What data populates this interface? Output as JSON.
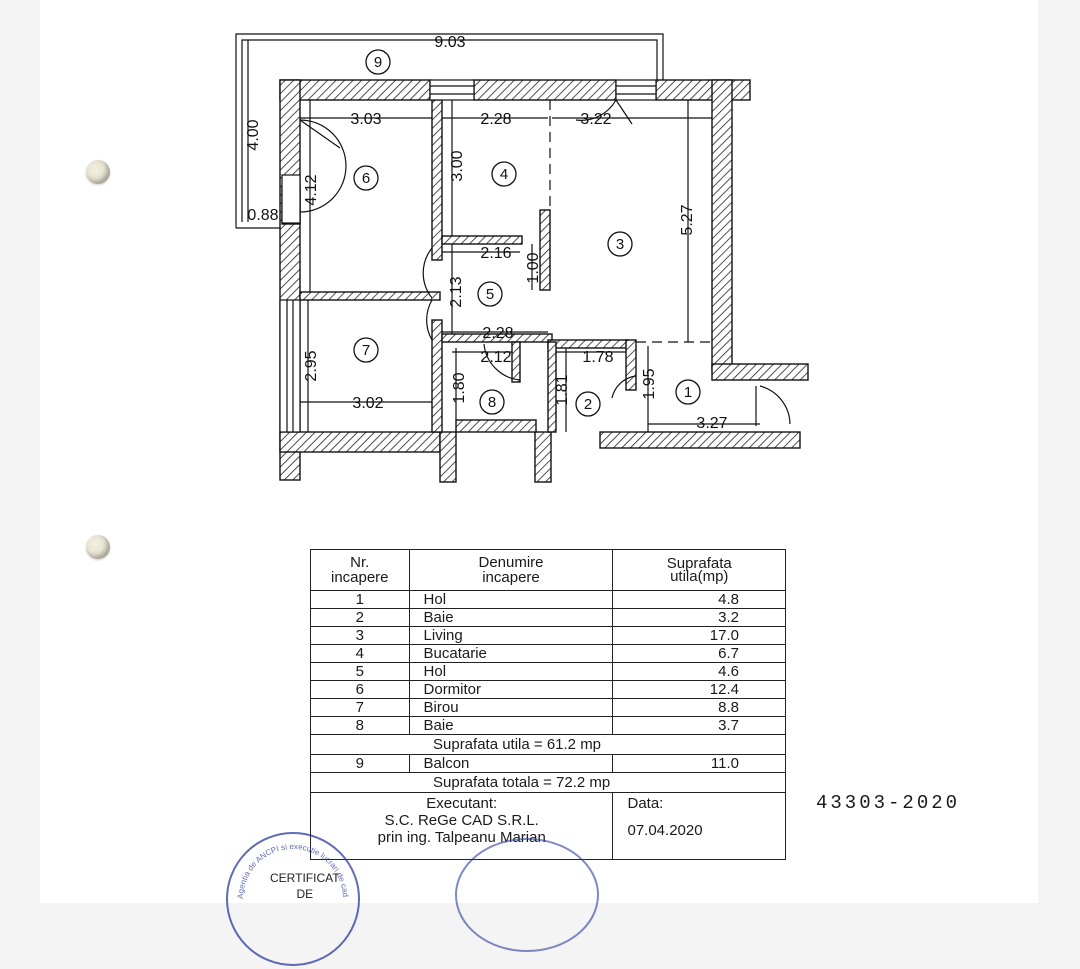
{
  "plan": {
    "dims": {
      "total_width": "9.03",
      "d_3_03": "3.03",
      "d_2_28_top": "2.28",
      "d_3_22": "3.22",
      "d_4_00": "4.00",
      "d_0_88": "0.88",
      "d_4_12": "4.12",
      "d_3_00": "3.00",
      "d_5_27": "5.27",
      "d_2_16": "2.16",
      "d_1_00": "1.00",
      "d_2_13": "2.13",
      "d_2_28_mid": "2.28",
      "d_2_12": "2.12",
      "d_1_78": "1.78",
      "d_2_95": "2.95",
      "d_3_02": "3.02",
      "d_1_80": "1.80",
      "d_1_81": "1.81",
      "d_1_95": "1.95",
      "d_3_27": "3.27"
    },
    "rooms": [
      "1",
      "2",
      "3",
      "4",
      "5",
      "6",
      "7",
      "8",
      "9"
    ]
  },
  "table": {
    "header": {
      "nr": "Nr.\nincapere",
      "name": "Denumire\nincapere",
      "area": "Suprafata\nutila(mp)"
    },
    "rows": [
      {
        "nr": "1",
        "name": "Hol",
        "area": "4.8"
      },
      {
        "nr": "2",
        "name": "Baie",
        "area": "3.2"
      },
      {
        "nr": "3",
        "name": "Living",
        "area": "17.0"
      },
      {
        "nr": "4",
        "name": "Bucatarie",
        "area": "6.7"
      },
      {
        "nr": "5",
        "name": "Hol",
        "area": "4.6"
      },
      {
        "nr": "6",
        "name": "Dormitor",
        "area": "12.4"
      },
      {
        "nr": "7",
        "name": "Birou",
        "area": "8.8"
      },
      {
        "nr": "8",
        "name": "Baie",
        "area": "3.7"
      }
    ],
    "subtotal": "Suprafata utila = 61.2 mp",
    "balcony": {
      "nr": "9",
      "name": "Balcon",
      "area": "11.0"
    },
    "total": "Suprafata totala = 72.2 mp",
    "executant_label": "Executant:",
    "executant_company": "S.C. ReGe CAD S.R.L.",
    "executant_person": "prin ing. Talpeanu Marian",
    "date_label": "Data:",
    "date_value": "07.04.2020"
  },
  "handwritten_number": "43303-2020",
  "certificate": {
    "line1": "CERTIFICAT",
    "line2": "DE"
  },
  "stamp_text": "Agentia de ANCPI si executie lucrari de cadastru"
}
